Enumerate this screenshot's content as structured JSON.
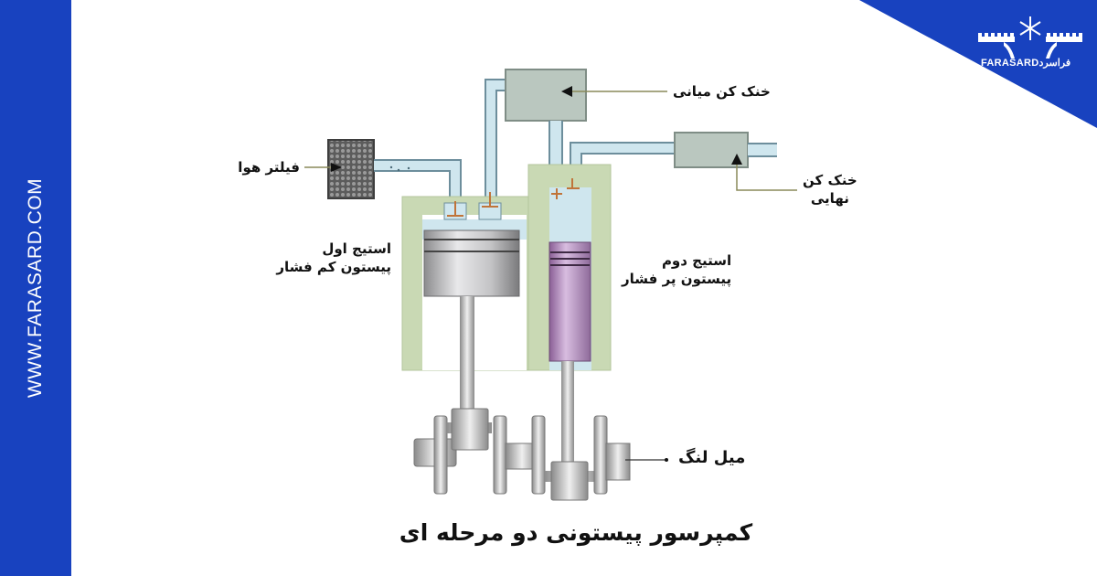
{
  "brand": {
    "website": "WWW.FARASARD.COM",
    "logo_text": "FARASARD",
    "logo_text_fa": "فراسرد",
    "logo_icon": "snowflake-gear-icon",
    "brand_color": "#1842bf"
  },
  "diagram": {
    "title": "کمپرسور پیستونی دو مرحله ای",
    "labels": {
      "air_filter": "فیلتر هوا",
      "intercooler": "خنک کن میانی",
      "final_cooler_line1": "خنک کن",
      "final_cooler_line2": "نهایی",
      "stage1_line1": "استیج اول",
      "stage1_line2": "پیستون کم فشار",
      "stage2_line1": "استیج دوم",
      "stage2_line2": "پیستون پر فشار",
      "crankshaft": "میل لنگ"
    },
    "colors": {
      "cylinder": "#c9d9b4",
      "pipe": "#cfe6ee",
      "pipe_border": "#6d8e9c",
      "cooler": "#bac7bf",
      "piston_low": "#b9b9bb",
      "piston_high": "#b89ac4",
      "valve": "#c0743a",
      "leader": "#8a8a5a"
    }
  }
}
